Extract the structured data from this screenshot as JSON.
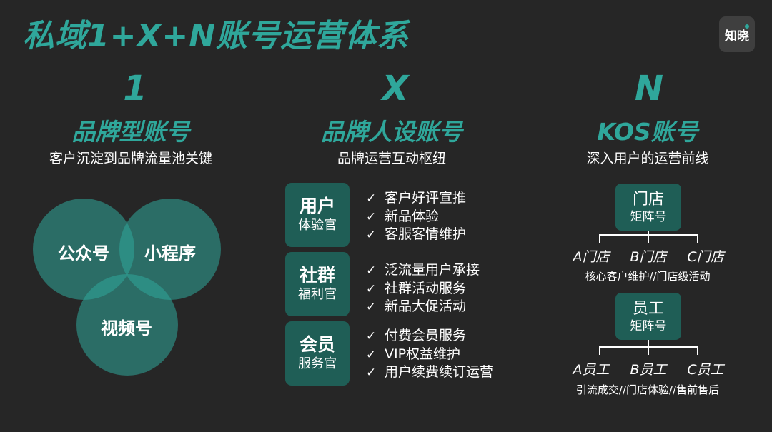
{
  "title": "私域1+X+N账号运营体系",
  "logo": {
    "text": "知晓"
  },
  "accent_color": "#2fa79b",
  "box_color": "#1f5e56",
  "columns": [
    {
      "letter": "1",
      "heading": "品牌型账号",
      "subtitle": "客户沉淀到品牌流量池关键"
    },
    {
      "letter": "X",
      "heading": "品牌人设账号",
      "subtitle": "品牌运营互动枢纽"
    },
    {
      "letter": "N",
      "heading": "KOS账号",
      "subtitle": "深入用户的运营前线"
    }
  ],
  "venn": {
    "circles": [
      "公众号",
      "小程序",
      "视频号"
    ]
  },
  "officers": [
    {
      "line1": "用户",
      "line2": "体验官",
      "duties": [
        "客户好评宣推",
        "新品体验",
        "客服客情维护"
      ]
    },
    {
      "line1": "社群",
      "line2": "福利官",
      "duties": [
        "泛流量用户承接",
        "社群活动服务",
        "新品大促活动"
      ]
    },
    {
      "line1": "会员",
      "line2": "服务官",
      "duties": [
        "付费会员服务",
        "VIP权益维护",
        "用户续费续订运营"
      ]
    }
  ],
  "check_mark": "✓",
  "matrices": [
    {
      "line1": "门店",
      "line2": "矩阵号",
      "leaves": [
        "A门店",
        "B门店",
        "C门店"
      ],
      "caption": "核心客户维护//门店级活动"
    },
    {
      "line1": "员工",
      "line2": "矩阵号",
      "leaves": [
        "A员工",
        "B员工",
        "C员工"
      ],
      "caption": "引流成交//门店体验//售前售后"
    }
  ]
}
